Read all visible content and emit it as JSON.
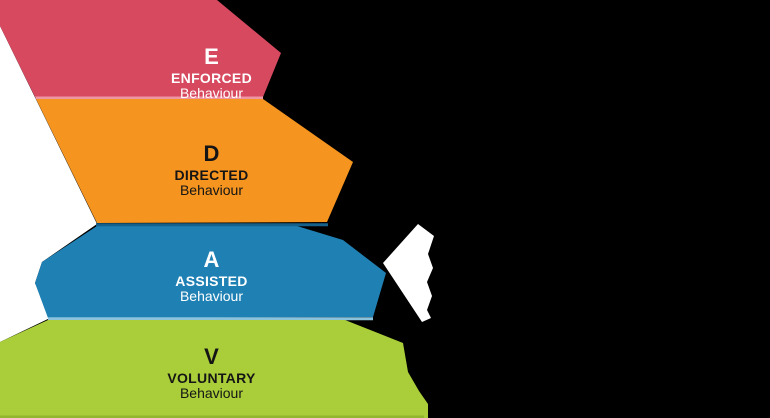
{
  "diagram": {
    "bands": [
      {
        "letter": "E",
        "name": "ENFORCED",
        "sub": "Behaviour",
        "color": "#d7495f",
        "text_color": "#ffffff"
      },
      {
        "letter": "D",
        "name": "DIRECTED",
        "sub": "Behaviour",
        "color": "#f5941f",
        "text_color": "#151515"
      },
      {
        "letter": "A",
        "name": "ASSISTED",
        "sub": "Behaviour",
        "color": "#1f80b4",
        "text_color": "#ffffff"
      },
      {
        "letter": "V",
        "name": "VOLUNTARY",
        "sub": "Behaviour",
        "color": "#a9ce39",
        "text_color": "#151515"
      }
    ],
    "colors": {
      "background": "#000000",
      "page_white": "#ffffff",
      "enforced_divider": "#ef96a5",
      "assisted_top_edge": "#16618b",
      "assisted_divider": "#8cc3dc",
      "voluntary_bottom_edge": "#90b52f",
      "arrow_fragment": "#ffffff"
    }
  }
}
